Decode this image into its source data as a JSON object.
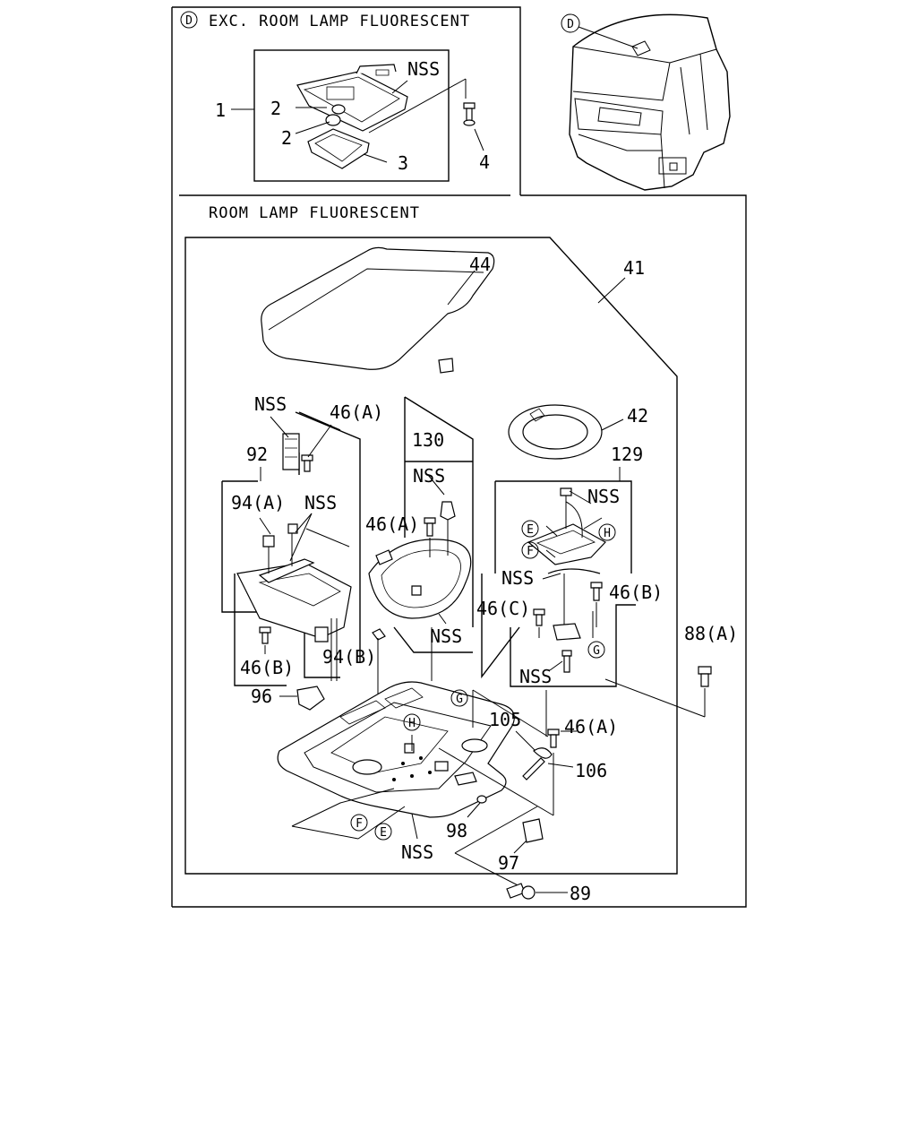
{
  "inset_d": {
    "heading_marker": "D",
    "heading": "EXC. ROOM LAMP FLUORESCENT",
    "labels": {
      "nss": "NSS",
      "p1": "1",
      "p2a": "2",
      "p2b": "2",
      "p3": "3",
      "p4": "4"
    }
  },
  "vehicle": {
    "marker": "D"
  },
  "main": {
    "heading": "ROOM LAMP FLUORESCENT",
    "labels": {
      "p44": "44",
      "p41": "41",
      "p42": "42",
      "p129": "129",
      "p130": "130",
      "p92": "92",
      "nss_92_top": "NSS",
      "p46a_92": "46(A)",
      "p94a": "94(A)",
      "nss_94a": "NSS",
      "p46b_left": "46(B)",
      "p94b": "94(B)",
      "p96": "96",
      "nss_130_top": "NSS",
      "p46a_130": "46(A)",
      "nss_130_bot": "NSS",
      "nss_129_top": "NSS",
      "marker_e_129": "E",
      "marker_f_129": "F",
      "marker_h_129": "H",
      "nss_129_mid": "NSS",
      "p46b_right": "46(B)",
      "p46c": "46(C)",
      "marker_g_129": "G",
      "nss_129_bot": "NSS",
      "p88a": "88(A)",
      "marker_g_base": "G",
      "marker_h_base": "H",
      "p105": "105",
      "p46a_right": "46(A)",
      "p106": "106",
      "marker_f_base": "F",
      "marker_e_base": "E",
      "nss_base": "NSS",
      "p98": "98",
      "p97": "97",
      "p89": "89"
    }
  }
}
